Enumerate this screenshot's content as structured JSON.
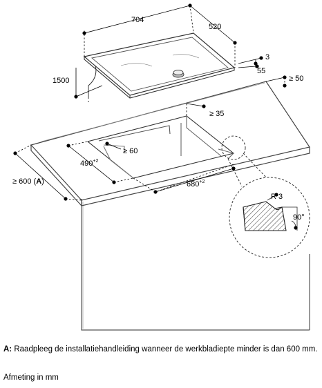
{
  "dimensions": {
    "hob_width": "704",
    "hob_depth": "520",
    "cable_length": "1500",
    "frame_height": "3",
    "hob_height": "55",
    "rear_distance": "≥ 50",
    "front_distance": "≥ 35",
    "cutout_depth": "490",
    "cutout_depth_tol": "+2",
    "side_distance": "≥ 60",
    "cutout_width": "680",
    "cutout_width_tol": "+2",
    "worktop_depth": "≥ 600",
    "worktop_depth_ref": "A",
    "corner_radius": "R 3",
    "corner_angle": "90°"
  },
  "notes": {
    "a_label": "A:",
    "a_text": "Raadpleeg de installatiehandleiding wanneer de werkbladiepte minder is dan 600 mm.",
    "unit": "Afmeting in mm"
  }
}
